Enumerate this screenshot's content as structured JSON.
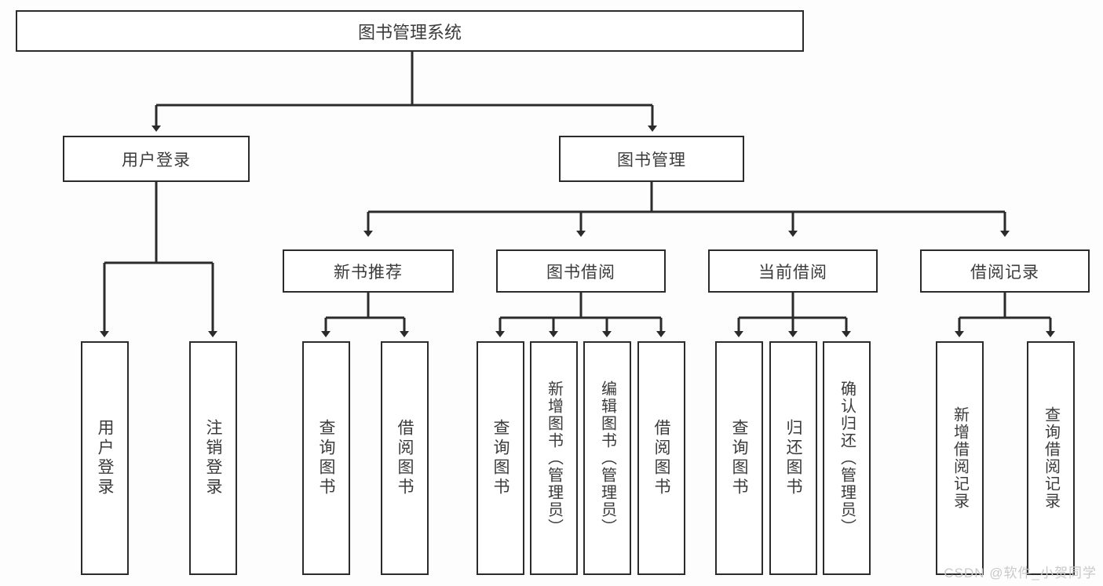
{
  "diagram": {
    "title": "图书管理系统",
    "type": "tree-hierarchy-chart",
    "colors": {
      "line": "#2b2b2b",
      "box_fill": "#ffffff",
      "text": "#3b3b3b",
      "background": "#fdfdfd",
      "watermark": "#c9c9c9"
    },
    "root": {
      "label": "图书管理系统"
    },
    "level1": [
      {
        "label": "用户登录"
      },
      {
        "label": "图书管理"
      }
    ],
    "level2": [
      {
        "label": "新书推荐"
      },
      {
        "label": "图书借阅"
      },
      {
        "label": "当前借阅"
      },
      {
        "label": "借阅记录"
      }
    ],
    "leaves": {
      "user_login": [
        {
          "label": "用户登录"
        },
        {
          "label": "注销登录"
        }
      ],
      "new_book": [
        {
          "label": "查询图书"
        },
        {
          "label": "借阅图书"
        }
      ],
      "book_borrow": [
        {
          "label": "查询图书"
        },
        {
          "label": "新增图书（管理员）"
        },
        {
          "label": "编辑图书（管理员）"
        },
        {
          "label": "借阅图书"
        }
      ],
      "current_borrow": [
        {
          "label": "查询图书"
        },
        {
          "label": "归还图书"
        },
        {
          "label": "确认归还（管理员）"
        }
      ],
      "borrow_record": [
        {
          "label": "新增借阅记录"
        },
        {
          "label": "查询借阅记录"
        }
      ]
    }
  },
  "watermark": {
    "text": "CSDN @软件_小贺同学"
  }
}
